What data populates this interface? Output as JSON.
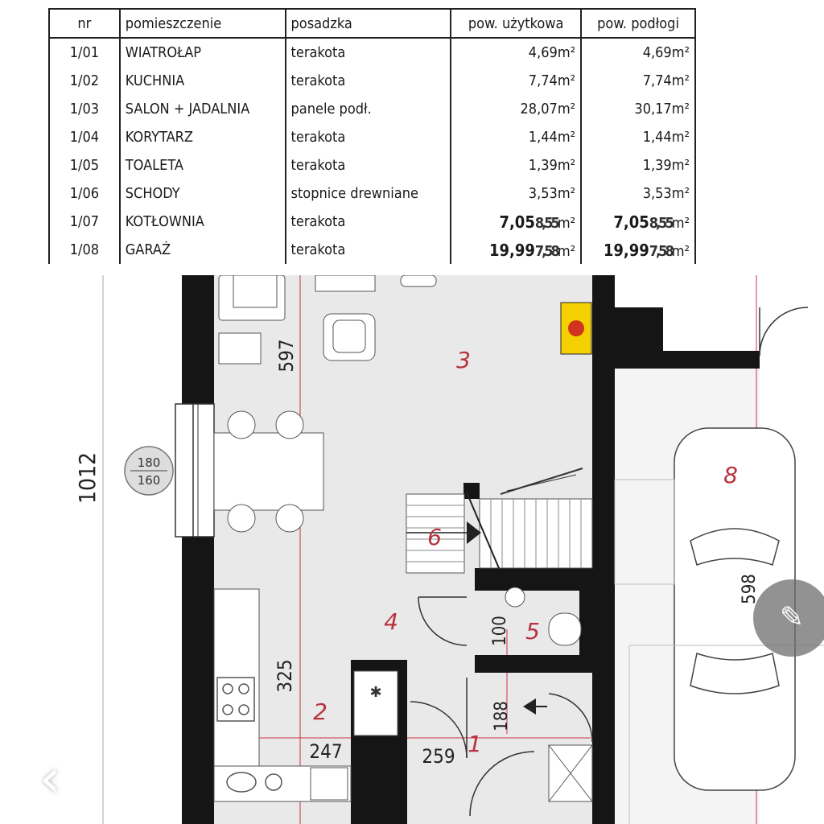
{
  "table": {
    "headers": {
      "nr": "nr",
      "name": "pomieszczenie",
      "floor": "posadzka",
      "usable": "pow. użytkowa",
      "floor_area": "pow. podłogi"
    },
    "rows": [
      {
        "nr": "1/01",
        "name": "WIATROŁAP",
        "floor": "terakota",
        "usable": "4,69m²",
        "floor_area": "4,69m²"
      },
      {
        "nr": "1/02",
        "name": "KUCHNIA",
        "floor": "terakota",
        "usable": "7,74m²",
        "floor_area": "7,74m²"
      },
      {
        "nr": "1/03",
        "name": "SALON + JADALNIA",
        "floor": "panele podł.",
        "usable": "28,07m²",
        "floor_area": "30,17m²"
      },
      {
        "nr": "1/04",
        "name": "KORYTARZ",
        "floor": "terakota",
        "usable": "1,44m²",
        "floor_area": "1,44m²"
      },
      {
        "nr": "1/05",
        "name": "TOALETA",
        "floor": "terakota",
        "usable": "1,39m²",
        "floor_area": "1,39m²"
      },
      {
        "nr": "1/06",
        "name": "SCHODY",
        "floor": "stopnice drewniane",
        "usable": "3,53m²",
        "floor_area": "3,53m²"
      }
    ],
    "corrected_rows": [
      {
        "nr": "1/07",
        "name": "KOTŁOWNIA",
        "floor": "terakota",
        "usable_new": "7,05",
        "usable_old": "8,55",
        "usable_unit": "m²",
        "floor_new": "7,05",
        "floor_old": "8,55",
        "floor_unit": "m²"
      },
      {
        "nr": "1/08",
        "name": "GARAŻ",
        "floor": "terakota",
        "usable_new": "19,99",
        "usable_old": "7,58",
        "usable_unit": "m²",
        "floor_new": "19,99",
        "floor_old": "7,58",
        "floor_unit": "m²"
      }
    ]
  },
  "plan": {
    "room_numbers": {
      "r1": "1",
      "r2": "2",
      "r3": "3",
      "r4": "4",
      "r5": "5",
      "r6": "6",
      "r8": "8"
    },
    "dimensions": {
      "total_height": "1012",
      "d597": "597",
      "d325": "325",
      "d247": "247",
      "d259": "259",
      "d100": "100",
      "d188": "188",
      "d598": "598"
    },
    "window_tag": {
      "top": "180",
      "bottom": "160"
    },
    "colors": {
      "wall": "#151515",
      "floor": "#e9e9e9",
      "label": "#b8323f",
      "boiler": "#f5d000"
    }
  },
  "ui": {
    "edit_icon": "pencil-icon",
    "back_icon": "chevron-left-icon"
  }
}
